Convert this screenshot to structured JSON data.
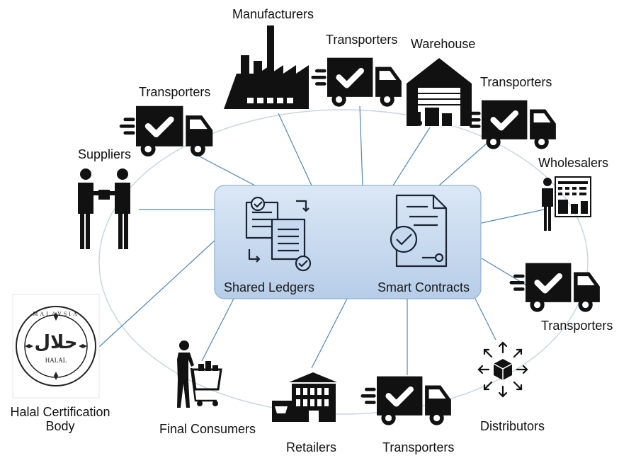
{
  "hub": {
    "left_label": "Shared Ledgers",
    "right_label": "Smart Contracts"
  },
  "nodes": {
    "manufacturers": "Manufacturers",
    "transporters_top": "Transporters",
    "warehouse": "Warehouse",
    "transporters_topright": "Transporters",
    "transporters_left": "Transporters",
    "suppliers": "Suppliers",
    "wholesalers": "Wholesalers",
    "transporters_right": "Transporters",
    "halal_line1": "Halal Certification",
    "halal_line2": "Body",
    "distributors": "Distributors",
    "final_consumers": "Final Consumers",
    "retailers": "Retailers",
    "transporters_bottom": "Transporters"
  },
  "logo": {
    "arabic": "حلال",
    "latin": "HALAL",
    "ring": "MALAYSIA"
  },
  "colors": {
    "line": "#4f86b8",
    "ring": "#c9d6e4",
    "hub_fill": "#c6d9ef",
    "hub_stroke": "#8fb0d3",
    "icon": "#111111"
  }
}
